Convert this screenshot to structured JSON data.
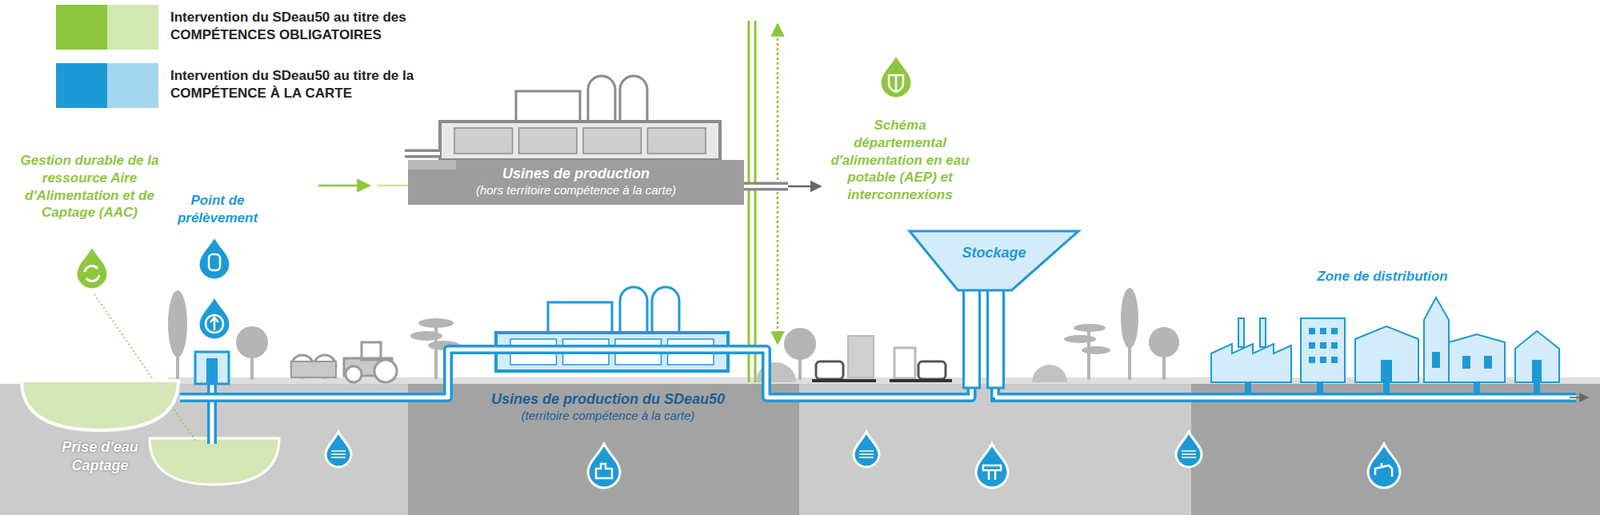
{
  "diagram": {
    "nodes": [
      {
        "text": [
          "Usines de production",
          "(hors territoire compétence à la carte)"
        ]
      },
      {
        "text": [
          "Prise d'eau Captage"
        ]
      },
      {
        "text": [
          "Usines de production du SDeau50",
          "(territoire compétence à la carte)"
        ]
      },
      {
        "text": [
          "Stockage"
        ]
      }
    ],
    "edges": [
      {
        "from": 1,
        "to": 2,
        "arrow": "none"
      },
      {
        "from": 2,
        "to": 3,
        "arrow": "none"
      }
    ],
    "labels": [
      "Gestion durable de la ressource Aire d'Alimentation et de Captage (AAC)",
      "Point de prélèvement",
      "Schéma départemental d'alimentation en eau potable (AEP) et interconnexions",
      "Zone de distribution"
    ],
    "legend": [
      {
        "text": "Intervention du SDeau50 au titre des COMPÉTENCES OBLIGATOIRES",
        "color": "#8dc63f"
      },
      {
        "text": "Intervention du SDeau50 au titre de la COMPÉTENCE À LA CARTE",
        "color": "#1d9ad6"
      }
    ]
  }
}
